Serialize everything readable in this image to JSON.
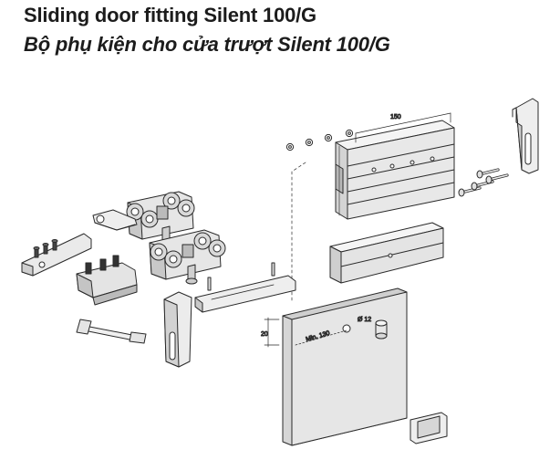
{
  "header": {
    "title": "Sliding door fitting Silent 100/G",
    "subtitle": "Bộ phụ kiện cho cửa trượt Silent 100/G"
  },
  "dimensions": {
    "rail_length": "150",
    "door_height_offset": "20",
    "min_distance": "Min. 130",
    "hole_diameter": "Ø 12"
  },
  "colors": {
    "line": "#2a2a2a",
    "part_fill": "#ededed",
    "part_shade": "#cfcfcf",
    "part_dark": "#9a9a9a",
    "door_fill": "#e6e6e6",
    "door_edge": "#cfcfcf"
  }
}
